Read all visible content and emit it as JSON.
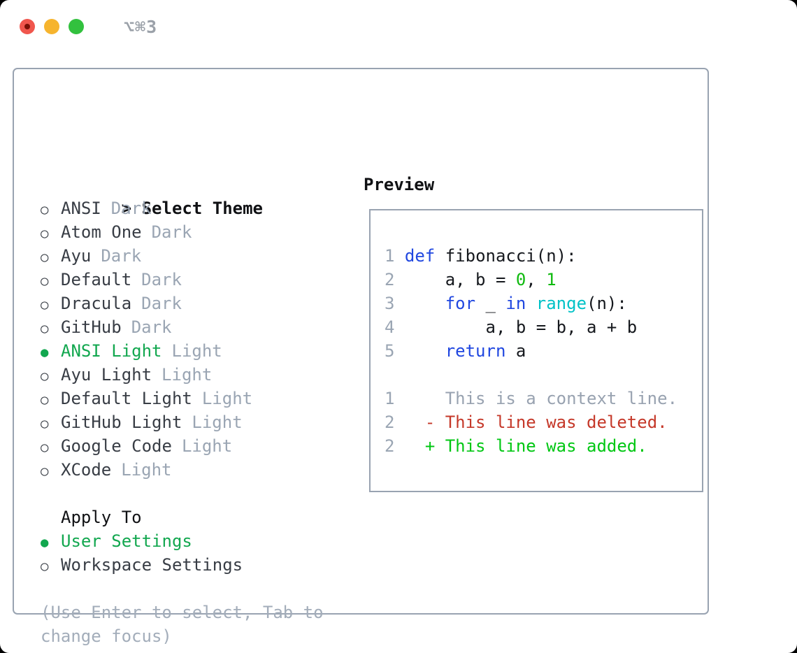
{
  "window": {
    "title": "⌥⌘3",
    "traffic_lights": {
      "close_color": "#f0564d",
      "close_dot_color": "#7a1006",
      "minimize_color": "#f6b42e",
      "zoom_color": "#32c13e"
    }
  },
  "theme_selector": {
    "cursor": ">",
    "header": "Select Theme",
    "bullet_selected": "●",
    "bullet_unselected": "○",
    "selected_color": "#12a74f",
    "items": [
      {
        "label": "ANSI",
        "tag": "Dark",
        "selected": false
      },
      {
        "label": "Atom One",
        "tag": "Dark",
        "selected": false
      },
      {
        "label": "Ayu",
        "tag": "Dark",
        "selected": false
      },
      {
        "label": "Default",
        "tag": "Dark",
        "selected": false
      },
      {
        "label": "Dracula",
        "tag": "Dark",
        "selected": false
      },
      {
        "label": "GitHub",
        "tag": "Dark",
        "selected": false
      },
      {
        "label": "ANSI Light",
        "tag": "Light",
        "selected": true
      },
      {
        "label": "Ayu Light",
        "tag": "Light",
        "selected": false
      },
      {
        "label": "Default Light",
        "tag": "Light",
        "selected": false
      },
      {
        "label": "GitHub Light",
        "tag": "Light",
        "selected": false
      },
      {
        "label": "Google Code",
        "tag": "Light",
        "selected": false
      },
      {
        "label": "XCode",
        "tag": "Light",
        "selected": false
      }
    ]
  },
  "apply_to": {
    "header": "Apply To",
    "options": [
      {
        "label": "User Settings",
        "selected": true
      },
      {
        "label": "Workspace Settings",
        "selected": false
      }
    ]
  },
  "help_text": {
    "line1": "(Use Enter to select, Tab to",
    "line2": "change focus)"
  },
  "preview": {
    "header": "Preview",
    "lines": [
      [
        [
          "1",
          "ln"
        ],
        [
          " ",
          "pl"
        ],
        [
          "def",
          "kw"
        ],
        [
          " fibonacci(n):",
          "pl"
        ]
      ],
      [
        [
          "2",
          "ln"
        ],
        [
          "     a, b = ",
          "pl"
        ],
        [
          "0",
          "num"
        ],
        [
          ", ",
          "pl"
        ],
        [
          "1",
          "num"
        ]
      ],
      [
        [
          "3",
          "ln"
        ],
        [
          "     ",
          "pl"
        ],
        [
          "for",
          "kw"
        ],
        [
          " _ ",
          "pl"
        ],
        [
          "in",
          "kw"
        ],
        [
          " ",
          "pl"
        ],
        [
          "range",
          "fn"
        ],
        [
          "(n):",
          "pl"
        ]
      ],
      [
        [
          "4",
          "ln"
        ],
        [
          "         a, b = b, a + b",
          "pl"
        ]
      ],
      [
        [
          "5",
          "ln"
        ],
        [
          "     ",
          "pl"
        ],
        [
          "return",
          "kw"
        ],
        [
          " a",
          "pl"
        ]
      ],
      [],
      [
        [
          "1",
          "ln"
        ],
        [
          "     This is a context line.",
          "ctx"
        ]
      ],
      [
        [
          "2",
          "ln"
        ],
        [
          "   ",
          "pl"
        ],
        [
          "- This line was deleted.",
          "del"
        ]
      ],
      [
        [
          "2",
          "ln"
        ],
        [
          "   ",
          "pl"
        ],
        [
          "+ This line was added.",
          "add"
        ]
      ]
    ]
  },
  "colors": {
    "panel_border": "#99a3b1",
    "keyword_blue": "#2047e0",
    "builtin_cyan": "#00c2c7",
    "number_green": "#0fba0f",
    "added_green": "#00c713",
    "deleted_red": "#c53829",
    "muted_gray": "#9aa5b3",
    "text_dark": "#383d45"
  }
}
